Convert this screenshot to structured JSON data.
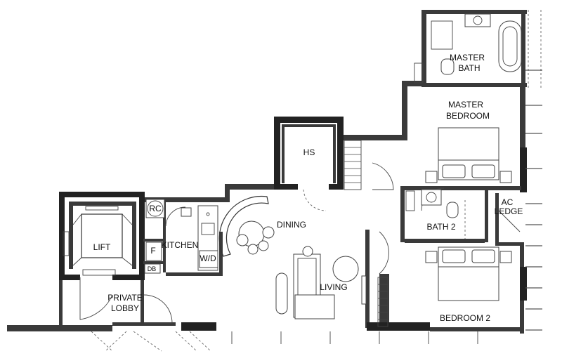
{
  "watermark": "",
  "rooms": {
    "master_bath": [
      "MASTER",
      "BATH"
    ],
    "master_bedroom": [
      "MASTER",
      "BEDROOM"
    ],
    "hs": "HS",
    "rc": "RC",
    "kitchen": "KITCHEN",
    "f": "F",
    "wd": "W/D",
    "db": "DB",
    "lift": "LIFT",
    "dining": "DINING",
    "living": "LIVING",
    "private_lobby": [
      "PRIVATE",
      "LOBBY"
    ],
    "bath2": "BATH 2",
    "ac_ledge": [
      "AC",
      "LEDGE"
    ],
    "bedroom2": "BEDROOM 2"
  }
}
